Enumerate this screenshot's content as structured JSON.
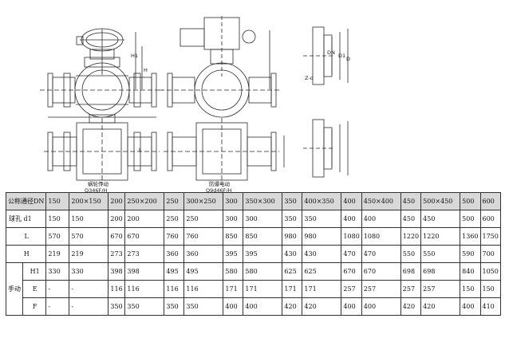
{
  "drawing": {
    "caption_left": "蜗轮传动",
    "caption_left_model": "Q346F/H",
    "caption_right": "防爆电动",
    "caption_right_model": "Q9d46F/H",
    "dims": [
      "H1",
      "H",
      "L",
      "DN",
      "D1",
      "D",
      "Z-d"
    ]
  },
  "table": {
    "dn_label": "公称通径DN",
    "dn_values": [
      "150",
      "200×150",
      "200",
      "250×200",
      "250",
      "300×250",
      "300",
      "350×300",
      "350",
      "400×350",
      "400",
      "450×400",
      "450",
      "500×450",
      "500",
      "600"
    ],
    "rows": [
      {
        "label": "球孔 d1",
        "values": [
          "150",
          "150",
          "200",
          "200",
          "250",
          "250",
          "300",
          "300",
          "350",
          "350",
          "400",
          "400",
          "450",
          "450",
          "500",
          "600"
        ]
      },
      {
        "label": "L",
        "values": [
          "570",
          "570",
          "670",
          "670",
          "760",
          "760",
          "850",
          "850",
          "980",
          "980",
          "1080",
          "1080",
          "1220",
          "1220",
          "1360",
          "1750"
        ]
      },
      {
        "label": "H",
        "values": [
          "219",
          "219",
          "273",
          "273",
          "360",
          "360",
          "395",
          "395",
          "430",
          "430",
          "470",
          "470",
          "550",
          "550",
          "590",
          "700"
        ]
      }
    ],
    "manual_label": "手动",
    "manual_rows": [
      {
        "label": "H1",
        "values": [
          "330",
          "330",
          "398",
          "398",
          "495",
          "495",
          "580",
          "580",
          "625",
          "625",
          "670",
          "670",
          "698",
          "698",
          "840",
          "1050"
        ]
      },
      {
        "label": "E",
        "values": [
          "-",
          "-",
          "116",
          "116",
          "116",
          "116",
          "171",
          "171",
          "171",
          "171",
          "257",
          "257",
          "257",
          "257",
          "150",
          "150"
        ]
      },
      {
        "label": "F",
        "values": [
          "-",
          "-",
          "350",
          "350",
          "350",
          "350",
          "400",
          "400",
          "420",
          "420",
          "400",
          "400",
          "420",
          "420",
          "400",
          "410"
        ]
      }
    ]
  }
}
